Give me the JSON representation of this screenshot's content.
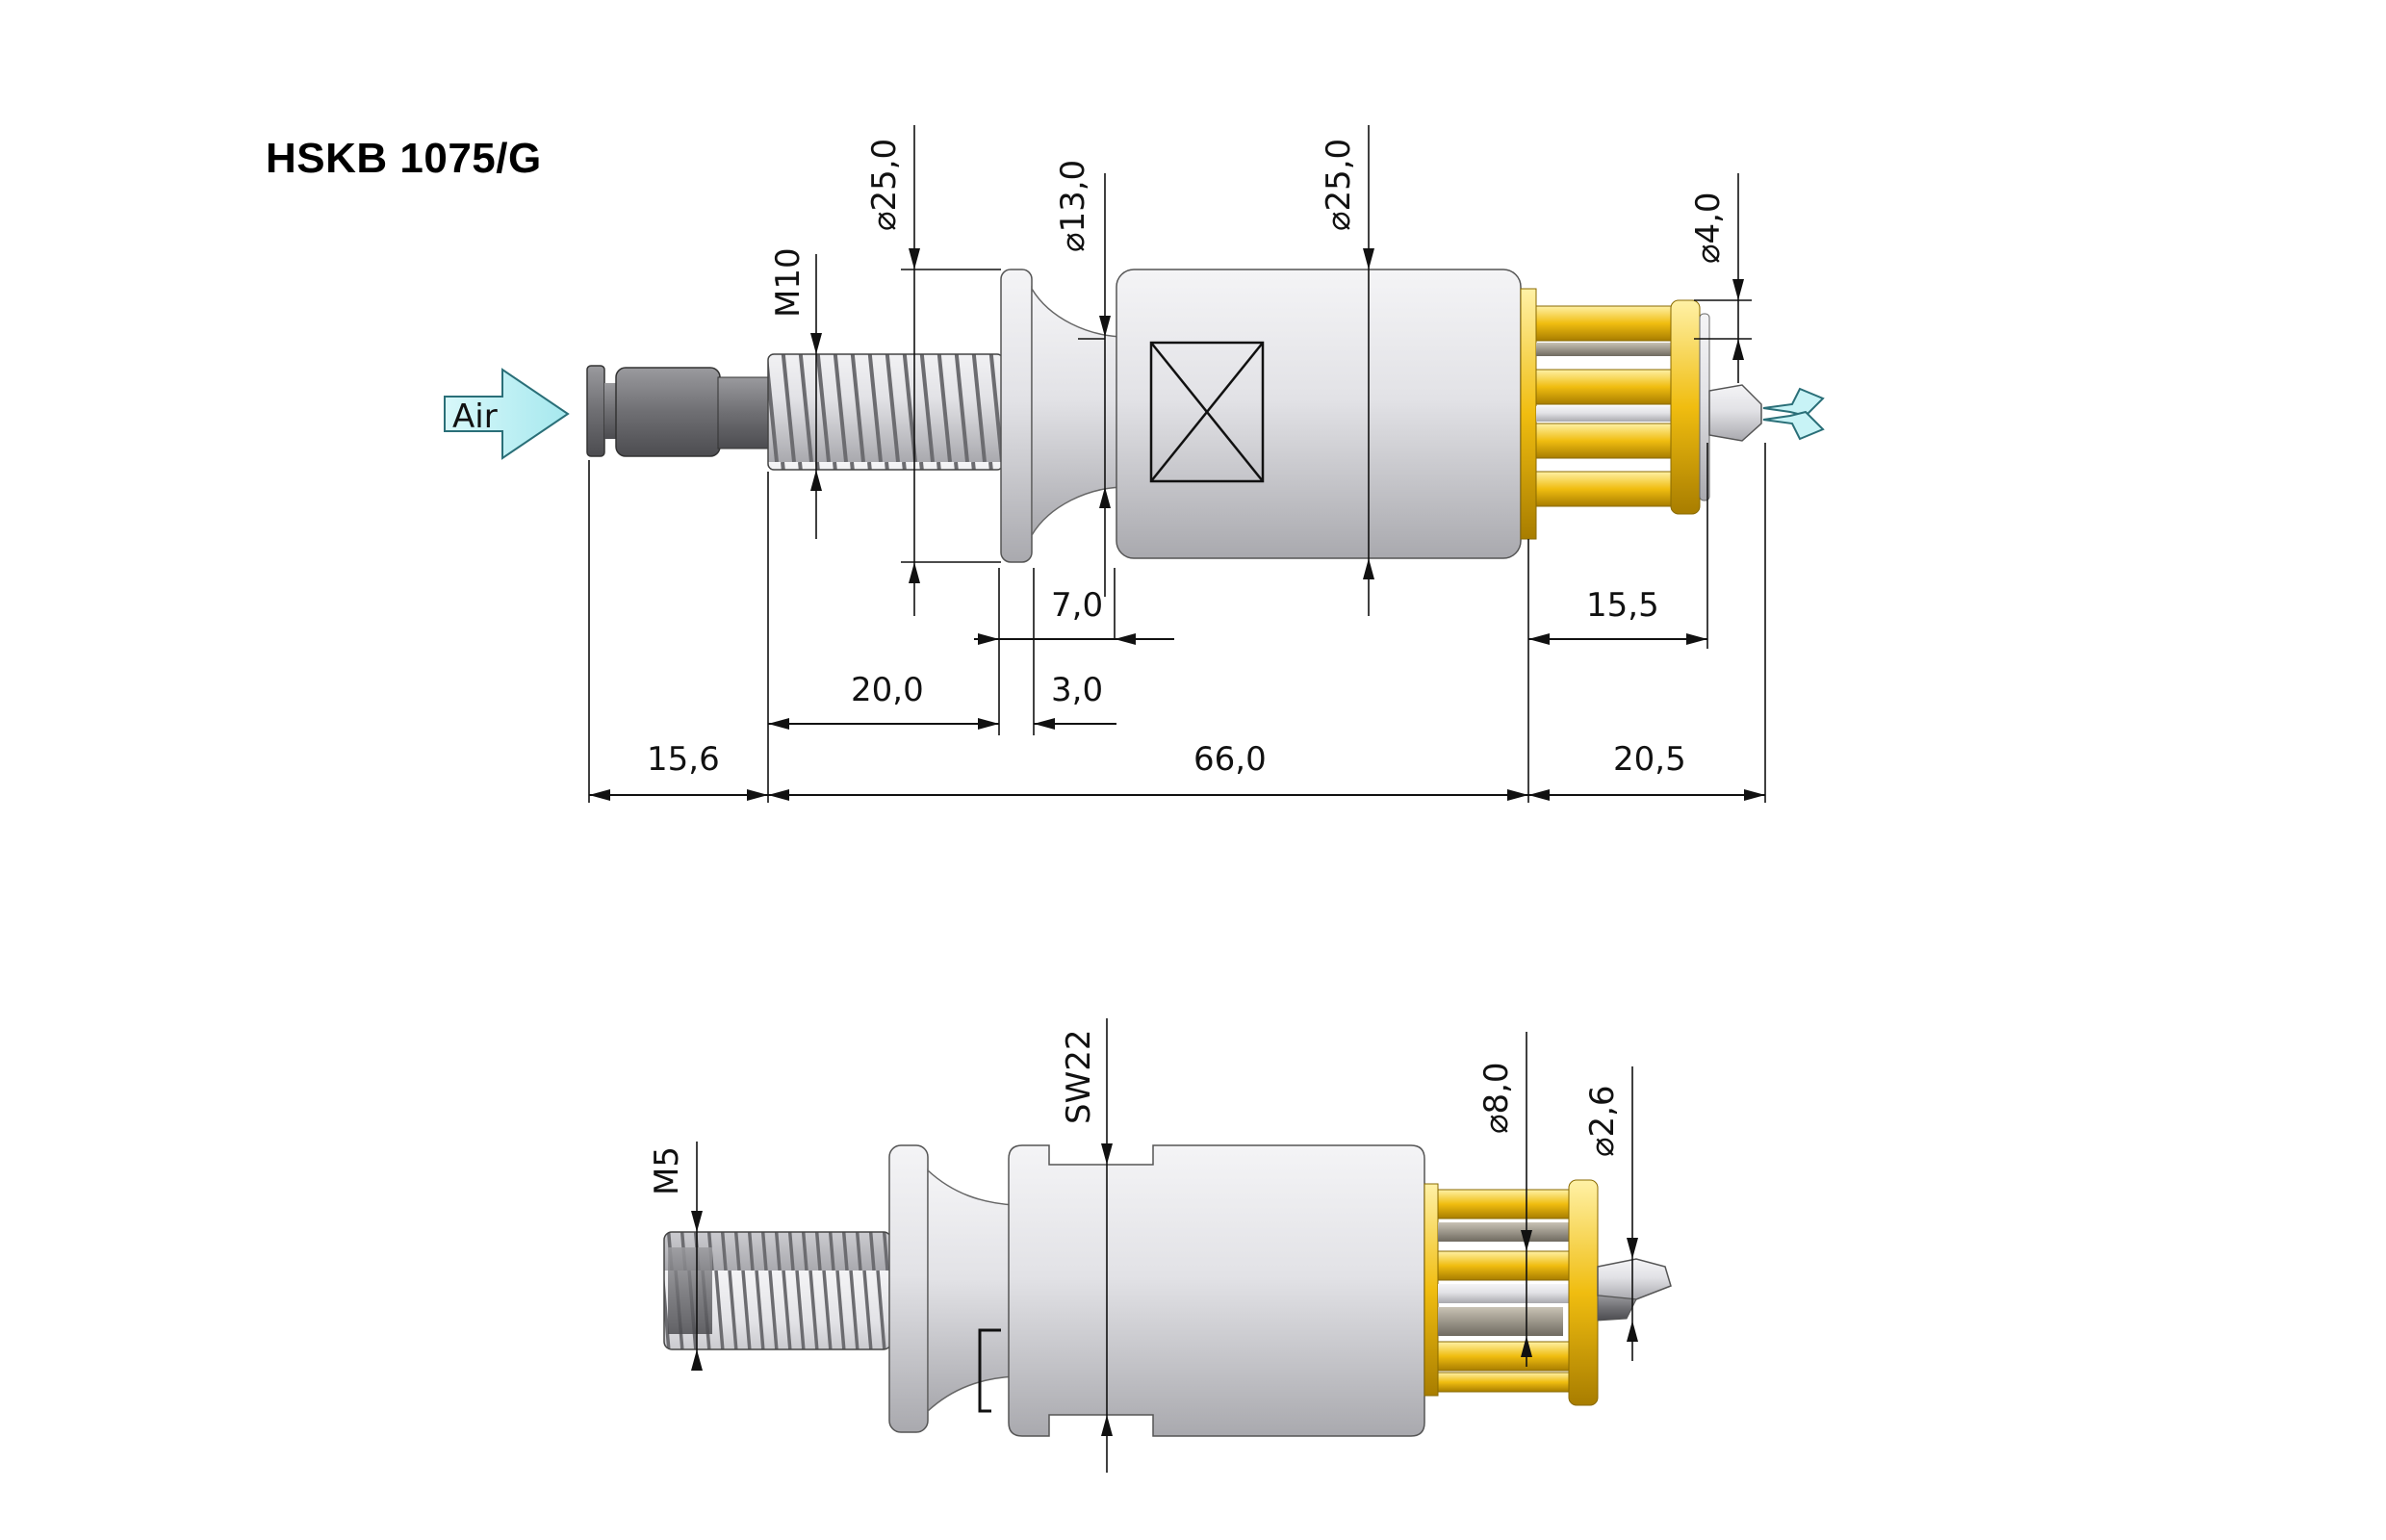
{
  "title": "HSKB 1075/G",
  "air_label": "Air",
  "colors": {
    "body": "#d9d9dd",
    "gold": "#e8b400",
    "air_arrow": "#bfeff3",
    "lines": "#111111"
  },
  "top_view": {
    "dims": {
      "d_thread_top": "M10",
      "d_flange": "⌀25,0",
      "d_neck": "⌀13,0",
      "d_body": "⌀25,0",
      "d_nozzle": "⌀4,0",
      "len_7": "7,0",
      "len_15_5": "15,5",
      "len_20": "20,0",
      "len_3": "3,0",
      "len_15_6": "15,6",
      "len_66": "66,0",
      "len_20_5": "20,5"
    }
  },
  "bottom_view": {
    "dims": {
      "thread": "M5",
      "wrench": "SW22",
      "d_nozzle_outer": "⌀8,0",
      "d_nozzle_inner": "⌀2,6"
    }
  }
}
